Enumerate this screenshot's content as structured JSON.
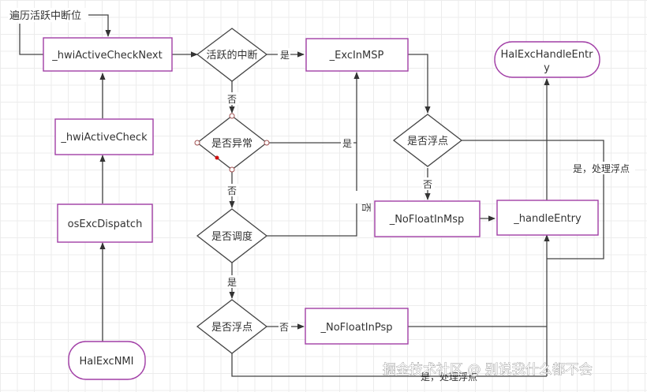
{
  "nodes": {
    "traverse_label": "遍历活跃中断位",
    "hwiActiveCheckNext": "_hwiActiveCheckNext",
    "hwiActiveCheck": "_hwiActiveCheck",
    "osExcDispatch": "osExcDispatch",
    "halExcNMI": "HalExcNMI",
    "active_irq_decision": "活跃的中断",
    "is_exception_decision": "是否异常",
    "is_schedule_decision": "是否调度",
    "is_float_decision_left": "是否浮点",
    "excInMSP": "_ExcInMSP",
    "is_float_decision_right": "是否浮点",
    "noFloatInMsp": "_NoFloatInMsp",
    "handleEntry": "_handleEntry",
    "halExcHandleEntry_line1": "HalExcHandleEntr",
    "halExcHandleEntry_line2": "y",
    "noFloatInPsp": "_NoFloatInPsp"
  },
  "edge_labels": {
    "yes": "是",
    "no": "否",
    "yes_handle_float": "是，处理浮点"
  },
  "watermark": "掘金技术社区 @ 别说我什么都不会",
  "colors": {
    "box_border": "#a13ea6",
    "line": "#444444",
    "grid": "#ececec"
  }
}
